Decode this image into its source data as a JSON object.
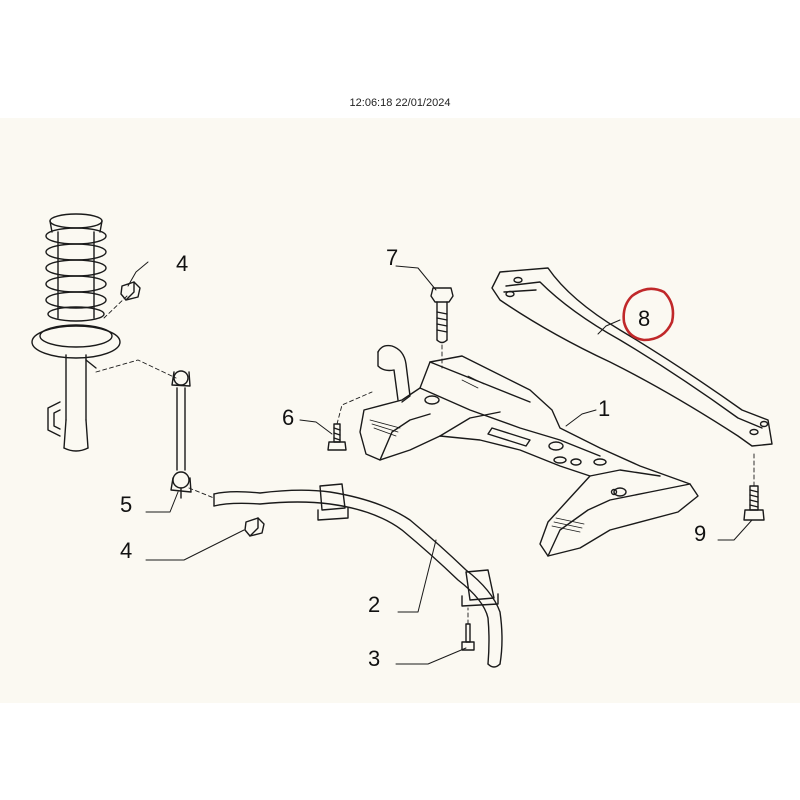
{
  "header": {
    "timestamp": "12:06:18 22/01/2024"
  },
  "callouts": {
    "c1": "1",
    "c2": "2",
    "c3": "3",
    "c4a": "4",
    "c4b": "4",
    "c5": "5",
    "c6": "6",
    "c7": "7",
    "c8": "8",
    "c9": "9"
  },
  "colors": {
    "line": "#1a1a1a",
    "highlight_circle": "#c0282a",
    "drawing_background": "#fbf9f2"
  },
  "highlighted_part": "8"
}
